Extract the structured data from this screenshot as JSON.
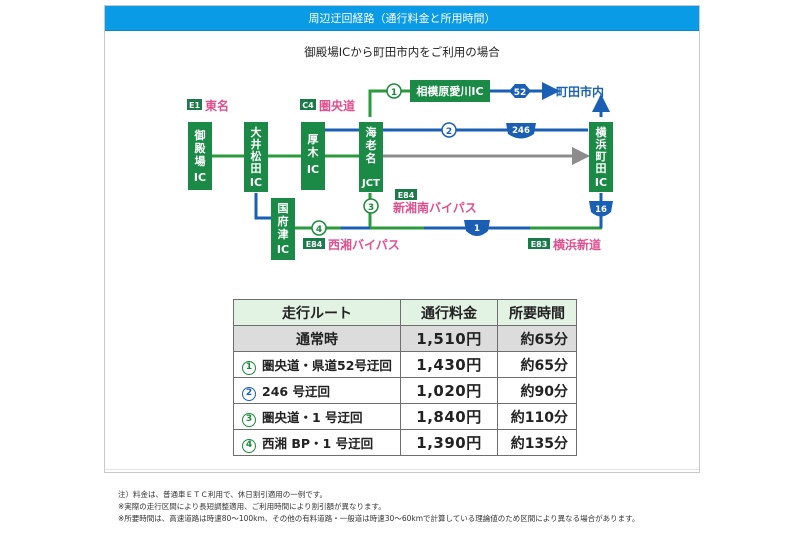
{
  "header": {
    "title": "周辺迂回経路（通行料金と所用時間）"
  },
  "subtitle": "御殿場ICから町田市内をご利用の場合",
  "colors": {
    "header_blue": "#0a9be6",
    "ic_green": "#1a8a46",
    "route_blue": "#1a5fb4",
    "route_green": "#2a9a3c",
    "arrow_gray": "#8c8c8c",
    "label_pink": "#e0508f",
    "table_header_bg": "#e2f2e3",
    "table_normal_bg": "#dcdcdc"
  },
  "diagram": {
    "roads": [
      {
        "code": "E1",
        "name": "東名"
      },
      {
        "code": "C4",
        "name": "圏央道"
      },
      {
        "code": "E84",
        "name": "新湘南バイパス"
      },
      {
        "code": "E84",
        "name": "西湘バイパス"
      },
      {
        "code": "E83",
        "name": "横浜新道"
      }
    ],
    "interchanges": {
      "gotemba": [
        "御",
        "殿",
        "場",
        "IC"
      ],
      "oimatsuda": [
        "大",
        "井",
        "松",
        "田",
        "IC"
      ],
      "atsugi": [
        "厚",
        "木",
        "IC"
      ],
      "ebina": [
        "海",
        "老",
        "名",
        "JCT"
      ],
      "kokufuzu": [
        "国",
        "府",
        "津",
        "IC"
      ],
      "yokohama_machida": [
        "横",
        "浜",
        "町",
        "田",
        "IC"
      ],
      "sagamihara_aikawa": "相模原愛川IC"
    },
    "destination": "町田市内",
    "route_shields": {
      "pref52": "52",
      "r246": "246",
      "r1": "1",
      "r16": "16"
    },
    "route_numbers": [
      "①",
      "②",
      "③",
      "④"
    ]
  },
  "table": {
    "headers": [
      "走行ルート",
      "通行料金",
      "所要時間"
    ],
    "rows": [
      {
        "badge": "",
        "route": "通常時",
        "fare": "1,510円",
        "time": "約65分"
      },
      {
        "badge": "①",
        "route": "圏央道・県道52号迂回",
        "fare": "1,430円",
        "time": "約65分"
      },
      {
        "badge": "②",
        "route": "246 号迂回",
        "fare": "1,020円",
        "time": "約90分"
      },
      {
        "badge": "③",
        "route": "圏央道・1 号迂回",
        "fare": "1,840円",
        "time": "約110分"
      },
      {
        "badge": "④",
        "route": "西湘 BP・1 号迂回",
        "fare": "1,390円",
        "time": "約135分"
      }
    ]
  },
  "notes": [
    "注）料金は、普通車ＥＴＣ利用で、休日割引適用の一例です。",
    "※実際の走行区間により長短調整適用、ご利用時間により割引額が異なります。",
    "※所要時間は、高速道路は時速80～100km、その他の有料道路・一般道は時速30～60kmで計算している理論値のため区間により異なる場合があります。"
  ]
}
